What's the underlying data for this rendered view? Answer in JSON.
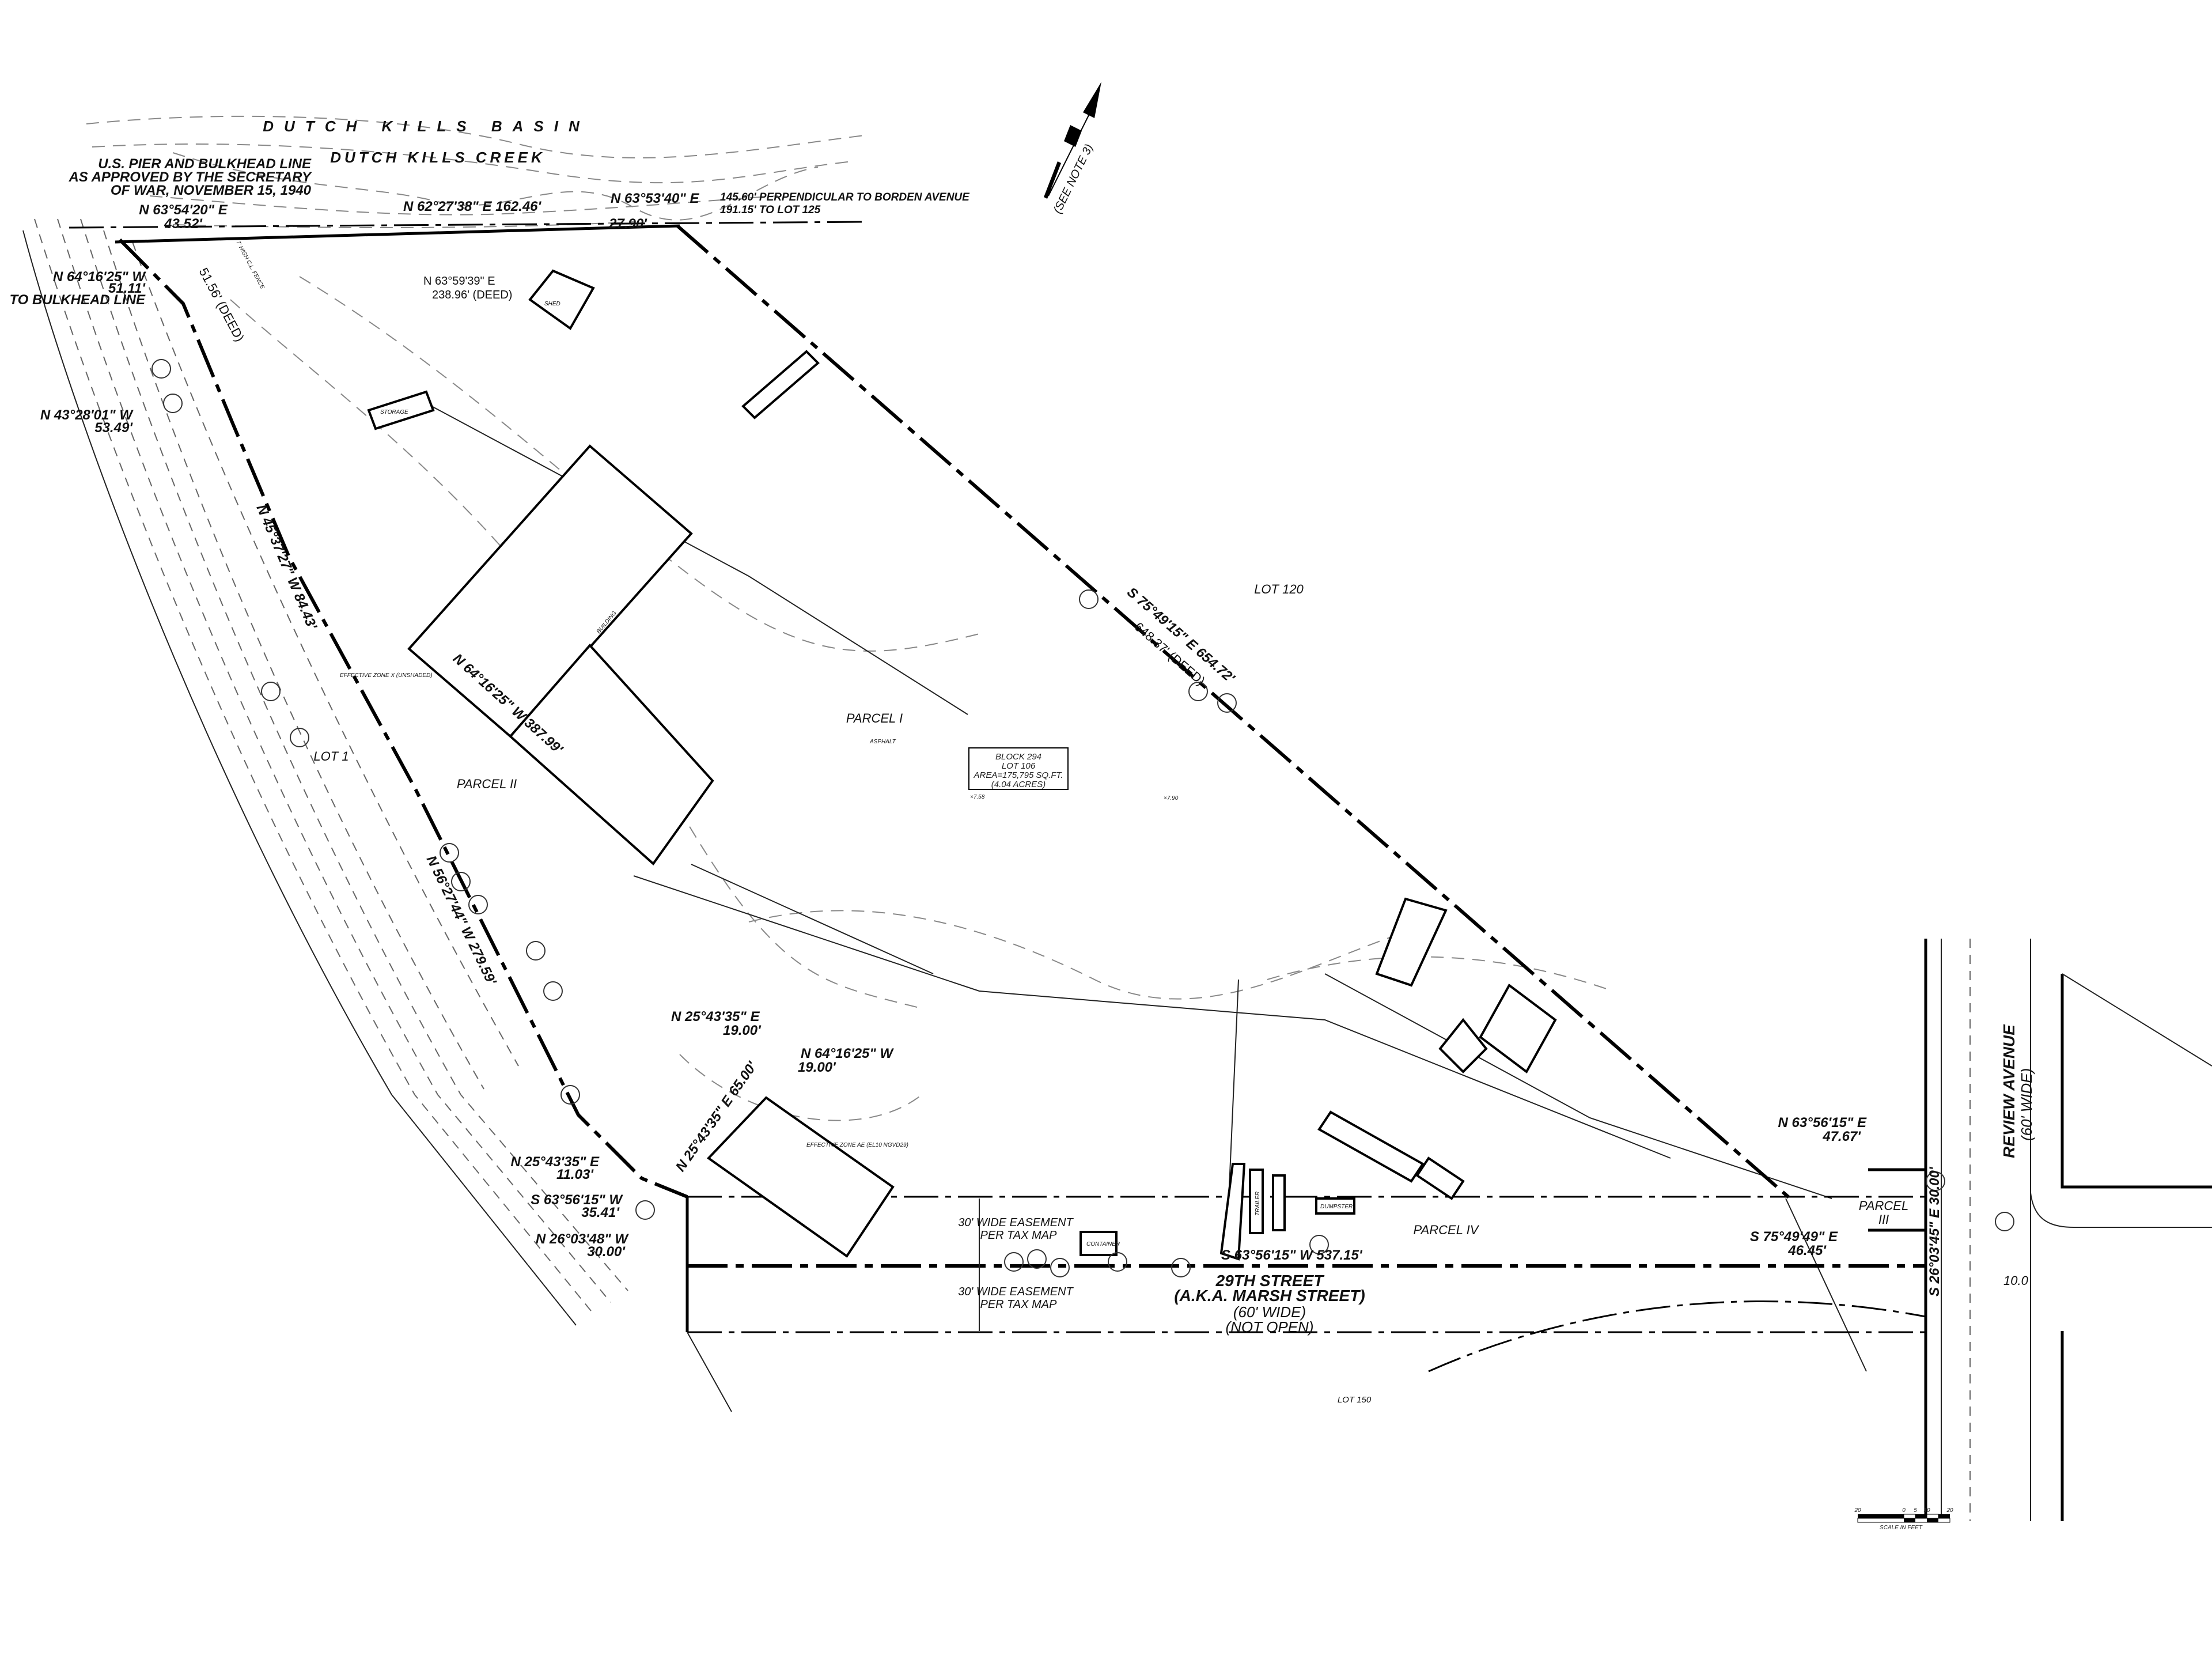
{
  "water": {
    "basin": "DUTCH KILLS BASIN",
    "creek": "DUTCH KILLS CREEK"
  },
  "bulkhead_note": [
    "U.S. PIER AND BULKHEAD LINE",
    "AS APPROVED BY THE SECRETARY",
    "OF WAR, NOVEMBER 15, 1940"
  ],
  "perpendicular_note": [
    "145.60' PERPENDICULAR TO BORDEN AVENUE",
    "191.15' TO LOT 125"
  ],
  "north_arrow": {
    "note": "(SEE NOTE 3)",
    "icon": "north-arrow-icon"
  },
  "bearings": {
    "top_west": {
      "bearing": "N 63°54'20\" E",
      "distance": "43.52'"
    },
    "top_mid": "N 62°27'38\" E  162.46'",
    "top_east": {
      "bearing": "N 63°53'40\" E",
      "distance": "27.90'"
    },
    "deed_top": {
      "bearing": "N 63°59'39\" E",
      "distance": "238.96' (DEED)"
    },
    "bulkhead": {
      "bearing": "N 64°16'25\" W",
      "distance": "51.11'",
      "note": "TO BULKHEAD LINE"
    },
    "west_1": {
      "bearing": "N 43°28'01\" W",
      "distance": "53.49'"
    },
    "west_2": "N 45°37'27\" W  84.43'",
    "deed_west": "51.56' (DEED)",
    "building_line": "N 64°16'25\" W  387.99'",
    "west_3": "N 56°27'44\" W  279.59'",
    "northeast": "S 75°49'15\" E  654.72'",
    "northeast_deed": "648.37' (DEED)",
    "jog_1": {
      "bearing": "N 25°43'35\" E",
      "distance": "19.00'"
    },
    "jog_2": {
      "bearing": "N 64°16'25\" W",
      "distance": "19.00'"
    },
    "jog_3": "N 25°43'35\" E  65.00'",
    "jog_4": {
      "bearing": "N 25°43'35\" E",
      "distance": "11.03'"
    },
    "jog_5": {
      "bearing": "S 63°56'15\" W",
      "distance": "35.41'"
    },
    "jog_6": {
      "bearing": "N 26°03'48\" W",
      "distance": "30.00'"
    },
    "south": "S 63°56'15\" W  537.15'",
    "east_1": {
      "bearing": "N 63°56'15\" E",
      "distance": "47.67'"
    },
    "east_2": {
      "bearing": "S 75°49'49\" E",
      "distance": "46.45'"
    },
    "east_3": "S 26°03'45\" E  30.00'"
  },
  "lot_info": {
    "block": "BLOCK 294",
    "lot": "LOT 106",
    "area": "AREA=175,795 SQ.FT.",
    "acres": "(4.04 ACRES)"
  },
  "labels": {
    "parcel_1": "PARCEL I",
    "parcel_2": "PARCEL II",
    "parcel_3": "PARCEL",
    "parcel_3_num": "III",
    "parcel_4": "PARCEL IV",
    "lot_1": "LOT 1",
    "lot_120": "LOT 120",
    "lot_150": "LOT 150",
    "asphalt": "ASPHALT",
    "easement": [
      "30' WIDE EASEMENT",
      "PER TAX MAP"
    ],
    "container": "CONTAINER",
    "trailer": "TRAILER",
    "dumpster": "DUMPSTER",
    "storage": "STORAGE",
    "building": "BUILDING",
    "shed": "SHED",
    "zone_x": "EFFECTIVE ZONE X (UNSHADED)",
    "zone_ae": "EFFECTIVE ZONE AE (EL10 NGVD29)",
    "fence": "7' HIGH C.L. FENCE",
    "spot_1": "×7.58",
    "spot_2": "×7.90",
    "spot_3": "10.0"
  },
  "street": {
    "name": "29TH STREET",
    "aka": "(A.K.A. MARSH STREET)",
    "width": "(60' WIDE)",
    "status": "(NOT OPEN)"
  },
  "avenue": {
    "name": "REVIEW AVENUE",
    "width": "(60' WIDE)"
  },
  "scale_bar": {
    "ticks": [
      "20",
      "0",
      "5",
      "10",
      "20"
    ],
    "label": "SCALE IN FEET"
  }
}
